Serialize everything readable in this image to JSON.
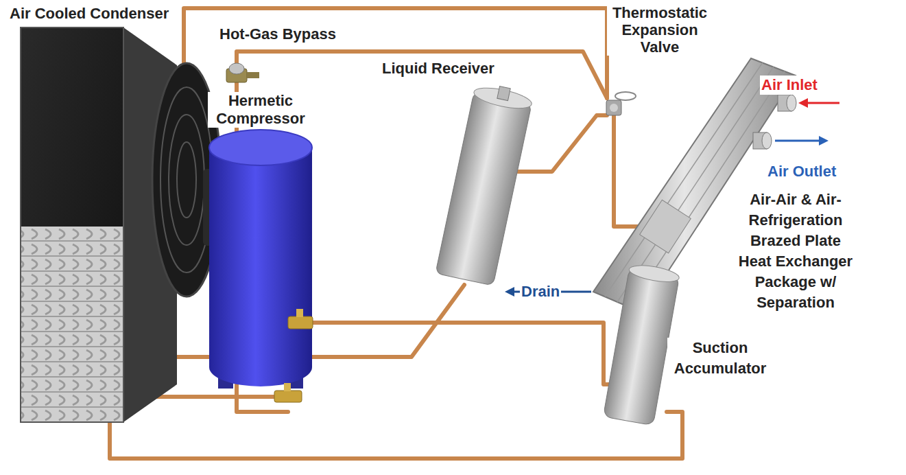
{
  "diagram": {
    "labels": [
      "Air Cooled Condenser",
      "Hot-Gas Bypass",
      "Liquid Receiver",
      "Thermostatic Expansion Valve",
      "Hermetic Compressor",
      "Air Inlet",
      "Air Outlet",
      "Air-Air & Air-Refrigeration Brazed Plate Heat Exchanger Package w/ Separation",
      "Drain",
      "Suction Accumulator"
    ]
  }
}
